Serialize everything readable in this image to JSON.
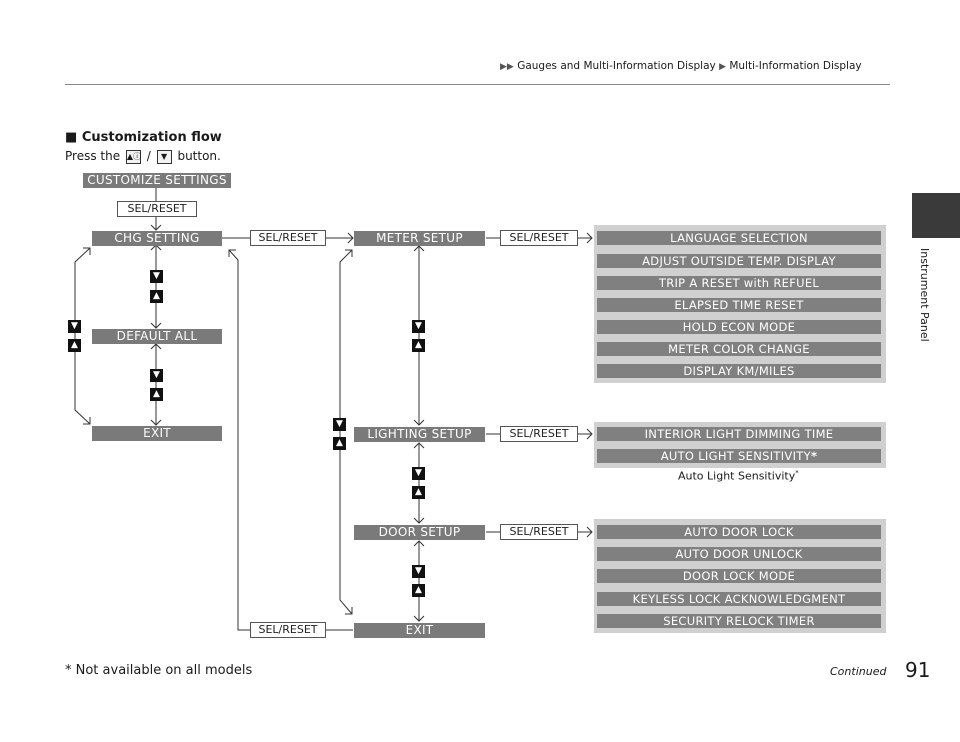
{
  "header": {
    "breadcrumb": [
      "Gauges and Multi-Information Display",
      "Multi-Information Display"
    ],
    "side_tab_label": "Instrument Panel"
  },
  "section": {
    "heading": "Customization flow",
    "intro_before": "Press the",
    "intro_sep": "/",
    "intro_after": "button."
  },
  "flow": {
    "customize_settings": "CUSTOMIZE SETTINGS",
    "sel_reset": "SEL/RESET",
    "chg_setting": "CHG SETTING",
    "default_all": "DEFAULT ALL",
    "exit": "EXIT",
    "meter_setup": "METER SETUP",
    "lighting_setup": "LIGHTING SETUP",
    "door_setup": "DOOR SETUP",
    "meter_items": [
      "LANGUAGE SELECTION",
      "ADJUST OUTSIDE TEMP. DISPLAY",
      "TRIP A RESET with REFUEL",
      "ELAPSED TIME RESET",
      "HOLD ECON MODE",
      "METER COLOR CHANGE",
      "DISPLAY KM/MILES"
    ],
    "lighting_items": [
      "INTERIOR LIGHT DIMMING TIME",
      "AUTO LIGHT SENSITIVITY"
    ],
    "asterisk": "*",
    "caption": "Auto Light Sensitivity",
    "door_items": [
      "AUTO DOOR LOCK",
      "AUTO DOOR UNLOCK",
      "DOOR LOCK MODE",
      "KEYLESS LOCK ACKNOWLEDGMENT",
      "SECURITY RELOCK TIMER"
    ]
  },
  "icons": {
    "down": "▼",
    "up": "▲"
  },
  "footer": {
    "note": "* Not available on all models",
    "continued": "Continued",
    "page_number": "91"
  }
}
